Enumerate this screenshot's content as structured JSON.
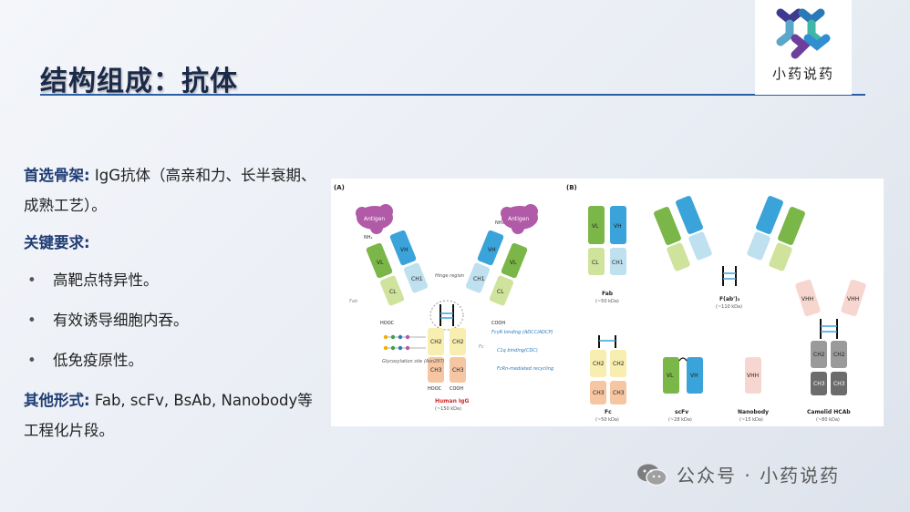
{
  "slide": {
    "title": "结构组成：抗体",
    "logo_text": "小药说药",
    "watermark": "公众号 · 小药说药"
  },
  "body": {
    "p1_label": "首选骨架:",
    "p1_text": " IgG抗体（高亲和力、长半衰期、成熟工艺）。",
    "p2_label": "关键要求:",
    "bullets": [
      "高靶点特异性。",
      "有效诱导细胞内吞。",
      "低免疫原性。"
    ],
    "p3_label": "其他形式:",
    "p3_text": " Fab, scFv, BsAb, Nanobody等工程化片段。"
  },
  "figure": {
    "panel_a": "(A)",
    "panel_b": "(B)",
    "antigen": "Antigen",
    "nh2": "NH₂",
    "hinge": "Hinge region",
    "hooc": "HOOC",
    "cooh": "COOH",
    "fab": "Fab",
    "fc": "Fc",
    "glyco": "Glycosylation site (Asn297)",
    "fcr": "FcγR binding (ADCC/ADCP)",
    "c1q": "C1q binding(CDC)",
    "fcrn": "FcRn-mediated recycling",
    "human_igg": "Human IgG",
    "human_igg_kda": "(~150 kDa)",
    "b_fab": "Fab",
    "b_fab_kda": "(~50 kDa)",
    "b_fab2": "F(ab')₂",
    "b_fab2_kda": "(~110 kDa)",
    "b_fc": "Fc",
    "b_fc_kda": "(~50 kDa)",
    "b_scfv": "scFv",
    "b_scfv_kda": "(~28 kDa)",
    "b_nb": "Nanobody",
    "b_nb_kda": "(~15 kDa)",
    "b_hcab": "Camelid HCAb",
    "b_hcab_kda": "(~80 kDa)",
    "vl": "VL",
    "vh": "VH",
    "cl": "CL",
    "ch1": "CH1",
    "ch2": "CH2",
    "ch3": "CH3",
    "vhh": "VHH"
  }
}
